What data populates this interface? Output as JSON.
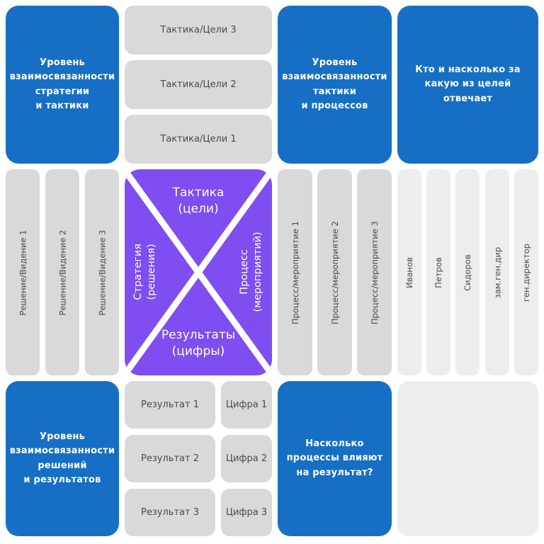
{
  "colors": {
    "blue": "#166FC5",
    "purple": "#7E4EF0",
    "gray": "#D9D9D9",
    "light_gray": "#EDEDED",
    "text_dark": "#4B4B4B",
    "white": "#FFFFFF"
  },
  "top_row": {
    "strategy_tactics_level": "Уровень\nвзаимосвязанности\nстратегии\nи тактики",
    "tactics_goals": [
      "Тактика/Цели 3",
      "Тактика/Цели 2",
      "Тактика/Цели 1"
    ],
    "tactics_processes_level": "Уровень\nвзаимосвязанности\nтактики\nи процессов",
    "who_responsible": "Кто и насколько за\nкакую из целей\nотвечает"
  },
  "middle_row": {
    "decisions": [
      "Решение/Видение 1",
      "Решение/Видение 2",
      "Решение/Видение 3"
    ],
    "matrix": {
      "top": "Тактика\n(цели)",
      "left": "Стратегия\n(решения)",
      "right": "Процесс\n(мероприятий)",
      "bottom": "Результаты\n(цифры)"
    },
    "processes": [
      "Процесс/мероприятие 1",
      "Процесс/мероприятие 2",
      "Процесс/мероприятие 3"
    ],
    "people": [
      "Иванов",
      "Петров",
      "Сидоров",
      "зам.ген.дир",
      "ген.директор"
    ]
  },
  "bottom_row": {
    "decisions_results_level": "Уровень\nвзаимосвязанности\nрешений\nи результатов",
    "results": [
      "Результат 1",
      "Результат 2",
      "Результат 3"
    ],
    "figures": [
      "Цифра 1",
      "Цифра 2",
      "Цифра 3"
    ],
    "processes_impact": "Насколько\nпроцессы влияют\nна результат?"
  }
}
